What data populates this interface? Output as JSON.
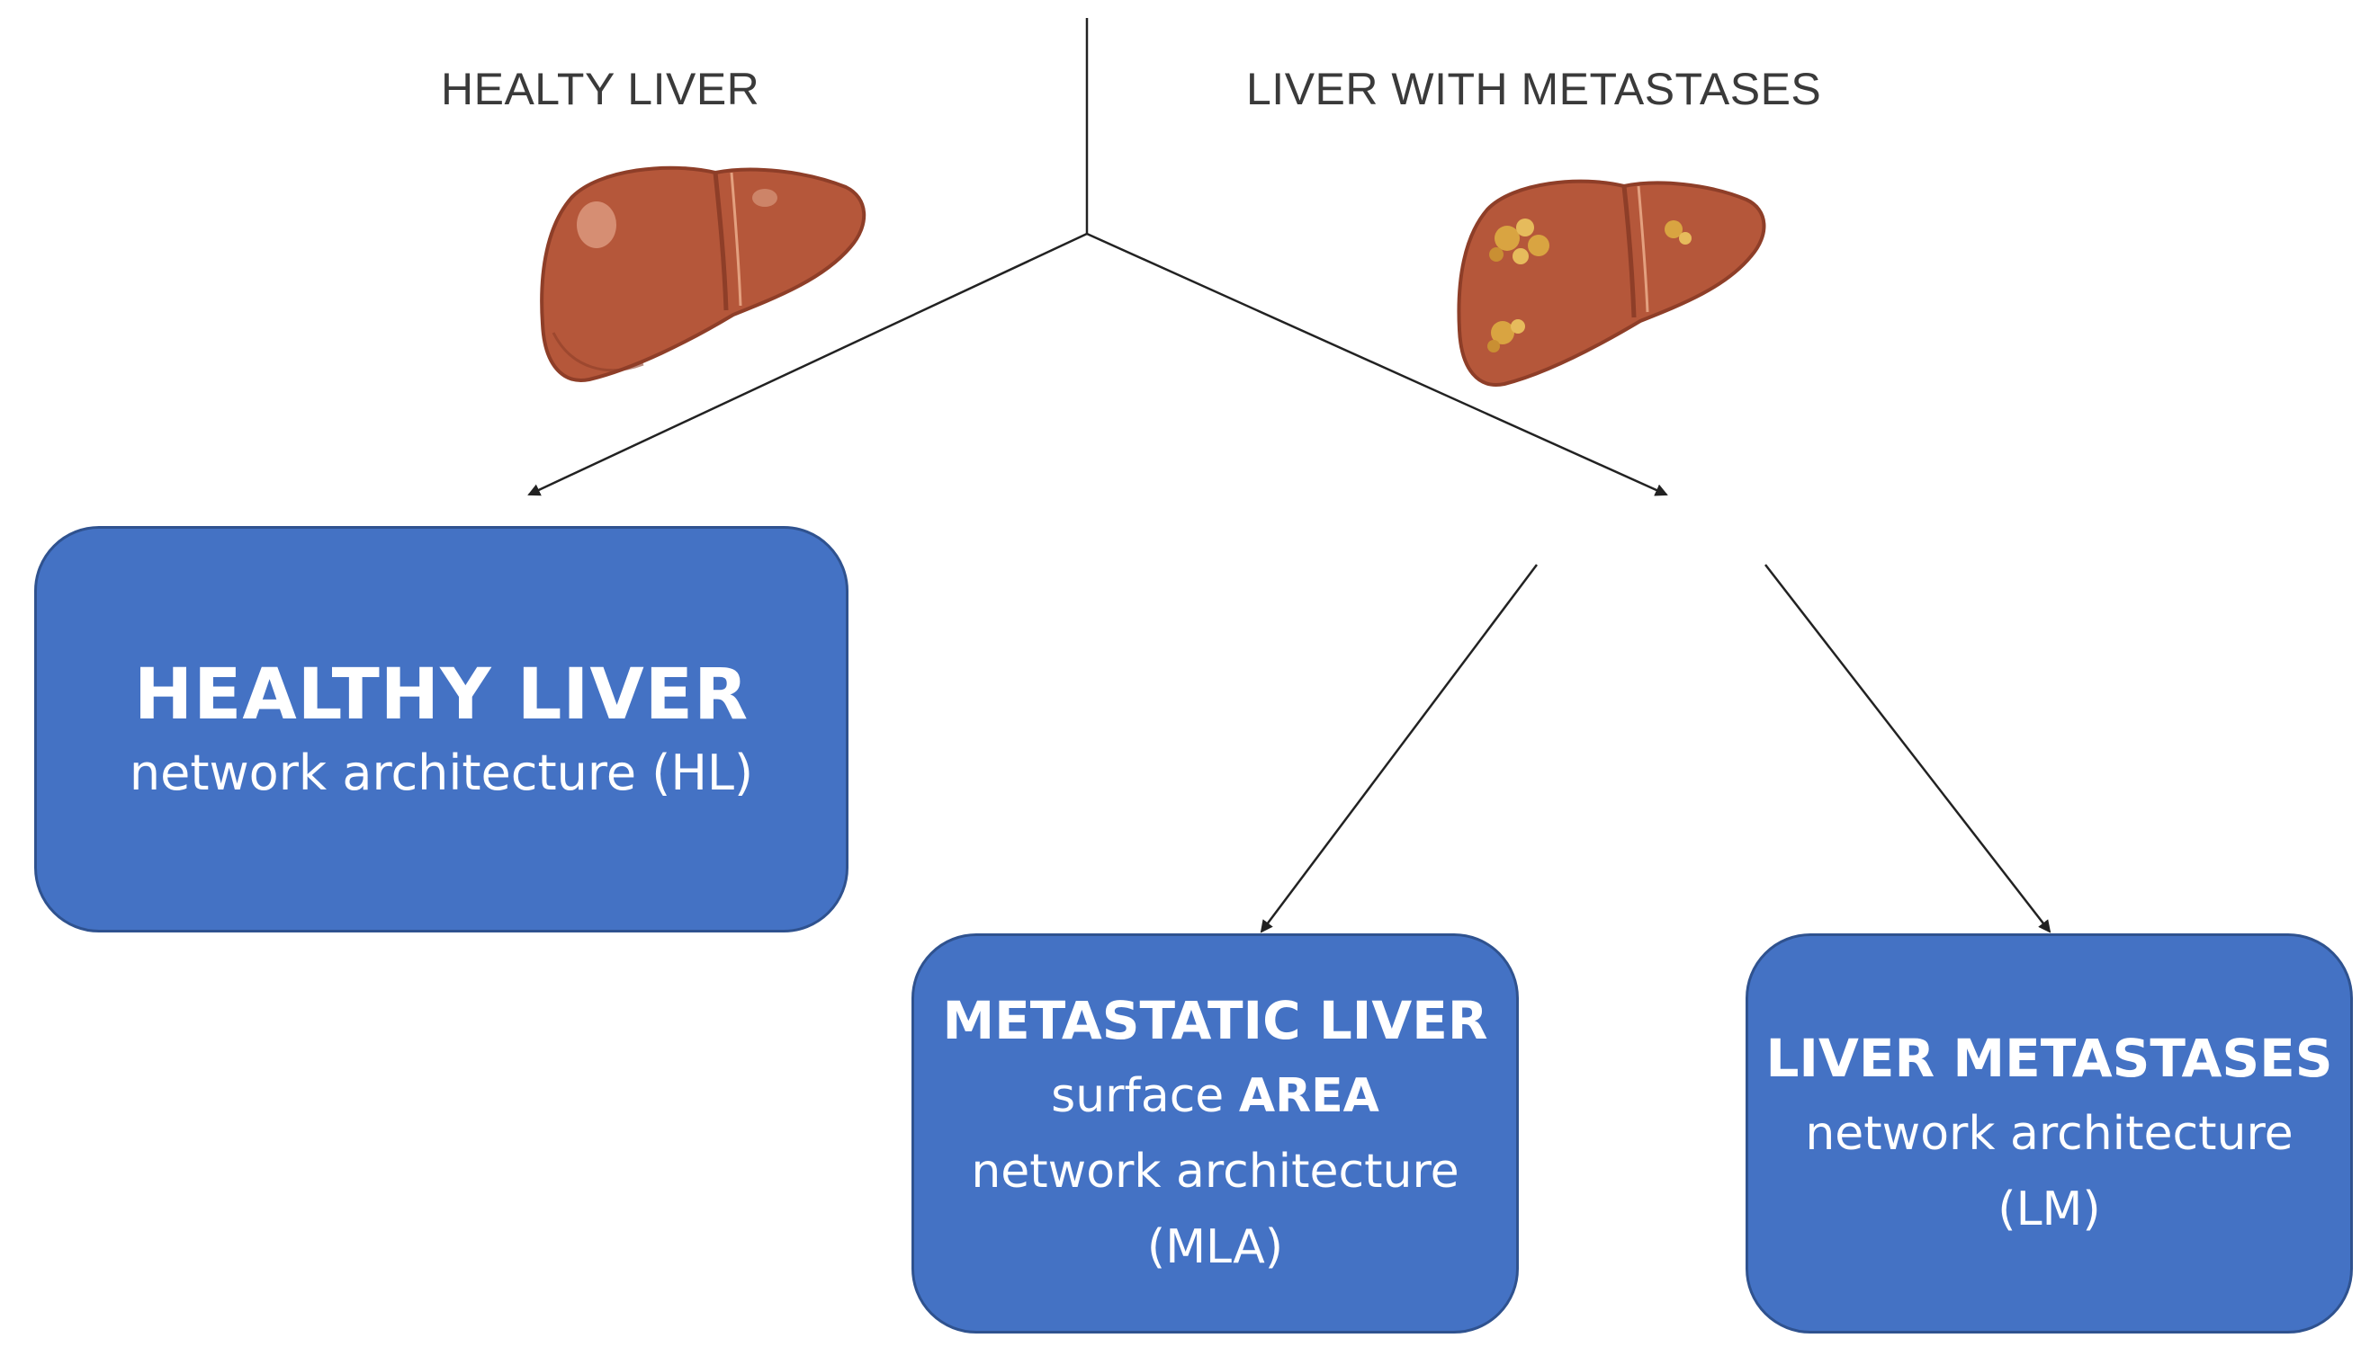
{
  "headings": {
    "left": "HEALTY LIVER",
    "right": "LIVER WITH METASTASES"
  },
  "boxes": {
    "healthy": {
      "title": "HEALTHY LIVER",
      "line1": "network architecture (HL)"
    },
    "metastatic": {
      "title": "METASTATIC LIVER",
      "line1_prefix": "surface ",
      "line1_bold": "AREA",
      "line2": "network architecture",
      "line3": "(MLA)"
    },
    "metastases": {
      "title": "LIVER METASTASES",
      "line1": "network architecture",
      "line2": "(LM)"
    }
  },
  "colors": {
    "box_fill": "#4472c4",
    "box_border": "#2f528f",
    "box_text": "#ffffff",
    "liver_main": "#b5573a",
    "liver_dark": "#8e3e28",
    "tumor": "#d9a441",
    "line": "#222222"
  },
  "icons": {
    "healthy_liver": "liver-icon",
    "metastatic_liver": "liver-with-metastases-icon"
  }
}
